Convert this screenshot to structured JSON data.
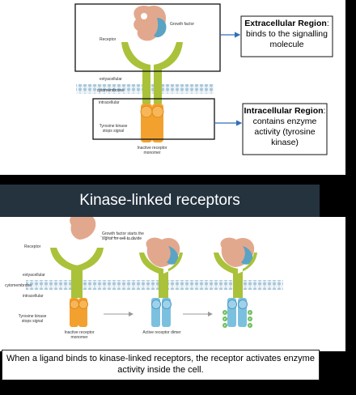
{
  "top_figure": {
    "growth_factor": "Growth factor",
    "receptor": "Receptor",
    "extracellular": "extyacellular",
    "membrane": "cytomembrone",
    "intracellular": "intracellular",
    "tk_line1": "Tyrosine kinase",
    "tk_line2": "stops signal",
    "inactive_line1": "Inactive receptor",
    "inactive_line2": "monomer"
  },
  "extracellular_box": {
    "bold": "Extracellular Region",
    "rest": ": binds to the signalling molecule"
  },
  "intracellular_box": {
    "bold": "Intracellular Region",
    "rest": ": contains enzyme activity (tyrosine kinase)"
  },
  "section_title": "Kinase-linked receptors",
  "bottom_figure": {
    "growth_line1": "Growth factor starts the",
    "growth_line2": "signal for cell to divide",
    "receptor": "Receptor",
    "extracellular": "extyacellular",
    "membrane": "cytomembrone",
    "intracellular": "intracellular",
    "tk_line1": "Tyrosine kinase",
    "tk_line2": "stops signal",
    "inactive_line1": "Inactive receptor",
    "inactive_line2": "monomer",
    "active": "Active receptor dimer",
    "p": "P"
  },
  "caption": "When a ligand binds to kinase-linked receptors, the receptor activates enzyme activity inside the cell.",
  "colors": {
    "receptor_green": "#a9c23a",
    "kinase_orange": "#f3a12e",
    "active_blue": "#7cc0e0",
    "ligand": "#e2a88d",
    "ligand_blue": "#5aa3c4",
    "phospho_green": "#6dbf5a",
    "membrane": "#bfd8e6",
    "arrow_blue": "#2e6fb8"
  }
}
